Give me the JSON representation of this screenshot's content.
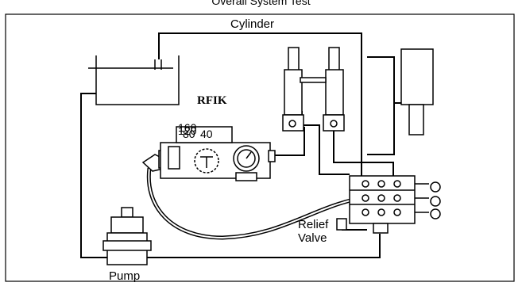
{
  "diagram": {
    "title": "Overall System Test",
    "labels": {
      "cylinder": "Cylinder",
      "rfik": "RFIK",
      "relief_valve": "Relief\nValve",
      "pump": "Pump"
    },
    "scale_readings": [
      "160",
      "120",
      "80",
      "40"
    ]
  }
}
